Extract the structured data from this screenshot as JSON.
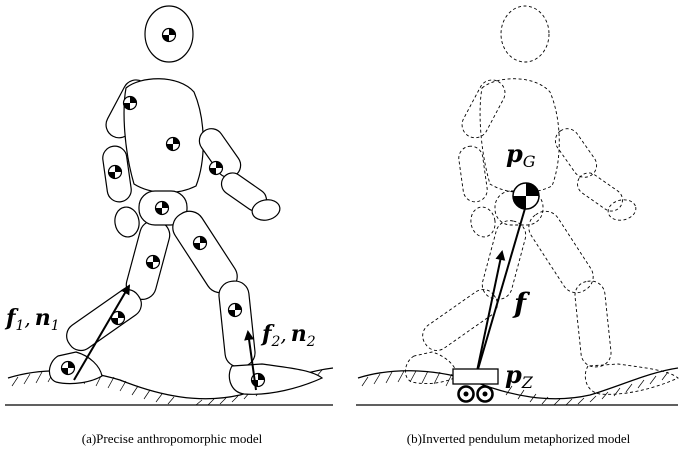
{
  "captions": {
    "left": "(a)Precise anthropomorphic model",
    "right": "(b)Inverted pendulum metaphorized model"
  },
  "labels": {
    "f1_main": "f",
    "f1_sub": "1",
    "n1_main": "n",
    "n1_sub": "1",
    "f2_main": "f",
    "f2_sub": "2",
    "n2_main": "n",
    "n2_sub": "2",
    "pG_main": "p",
    "pG_sub": "G",
    "f_main": "f",
    "pZ_main": "p",
    "pZ_sub": "Z",
    "separator": ","
  },
  "colors": {
    "ink": "#000000",
    "background": "#ffffff"
  }
}
